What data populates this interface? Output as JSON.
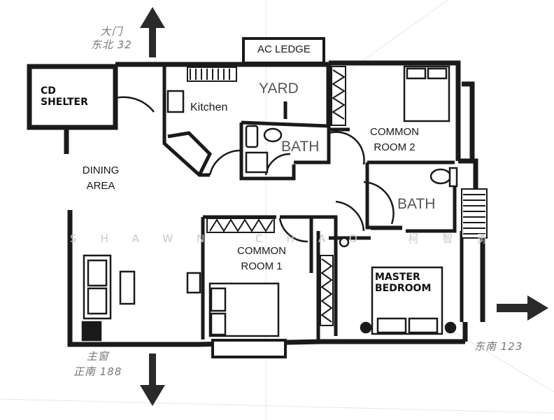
{
  "rooms": {
    "dining": [
      "DINING",
      "AREA"
    ],
    "kitchen": "Kitchen",
    "yard": "YARD",
    "bath_1": "BATH",
    "bath_2": "BATH",
    "common_room_1": [
      "COMMON",
      "ROOM 1"
    ],
    "common_room_2": [
      "COMMON",
      "ROOM 2"
    ],
    "master_bedroom": [
      "MASTER",
      "BEDROOM"
    ],
    "shelter": [
      "CD",
      "SHELTER"
    ],
    "ac_ledge": "AC LEDGE"
  },
  "annotations": {
    "entrance_top": [
      "大门",
      "东北 32"
    ],
    "main_window": [
      "主窗",
      "正南 188"
    ],
    "southeast": "东南 123"
  },
  "watermark": "SHAWN CHAO 柯智勇",
  "colors": {
    "wall": "#1a1a1a",
    "paper": "#ffffff",
    "label": "#555555"
  }
}
